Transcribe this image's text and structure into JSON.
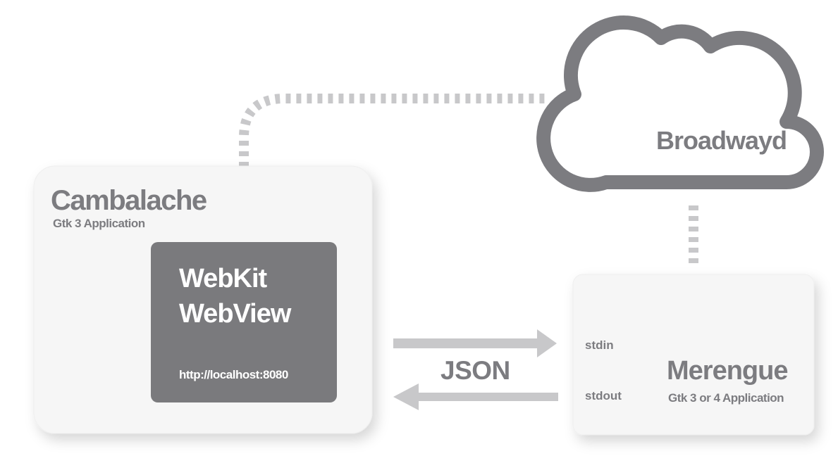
{
  "cambalache": {
    "title": "Cambalache",
    "subtitle": "Gtk 3 Application"
  },
  "webview": {
    "line1": "WebKit",
    "line2": "WebView",
    "url": "http://localhost:8080"
  },
  "broadwayd": {
    "label": "Broadwayd"
  },
  "transport": {
    "label": "JSON"
  },
  "merengue": {
    "title": "Merengue",
    "subtitle": "Gtk 3 or 4 Application",
    "stdin": "stdin",
    "stdout": "stdout"
  },
  "colors": {
    "text_gray": "#7c7c80",
    "box_dark": "#7a7a7d",
    "panel_fill": "#f6f6f6",
    "connector_gray": "#c8c8ca"
  }
}
